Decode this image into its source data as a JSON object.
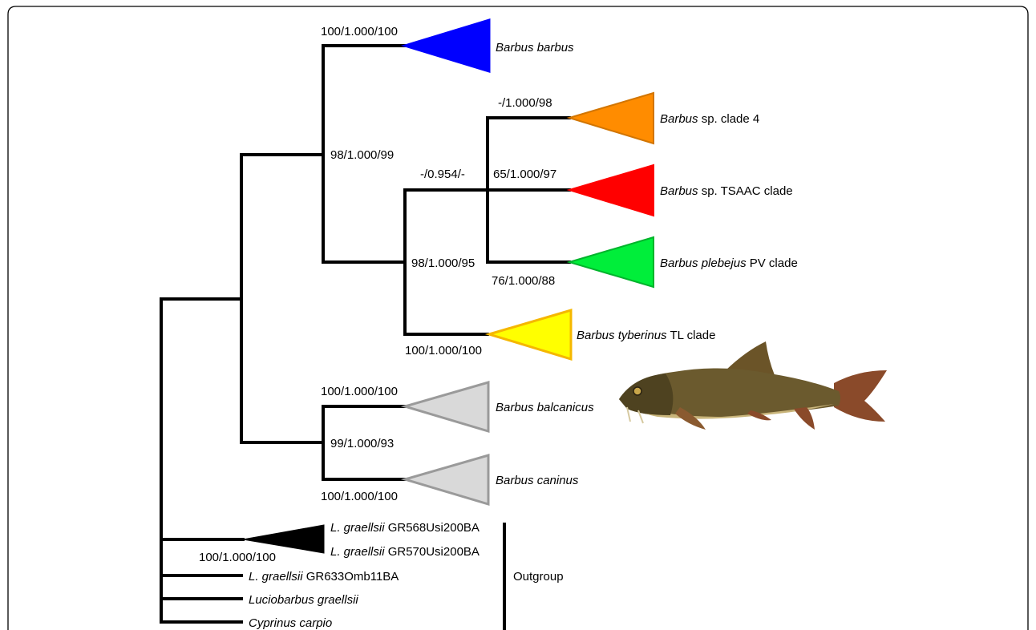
{
  "tree": {
    "clades": {
      "barbus_barbus": {
        "genus": "Barbus barbus",
        "rest": "",
        "color": "#0000ff",
        "stroke": "#0000ff"
      },
      "clade4": {
        "genus": "Barbus",
        "rest": " sp. clade 4",
        "color": "#ff8c00",
        "stroke": "#d27500"
      },
      "tsaac": {
        "genus": "Barbus",
        "rest": " sp. TSAAC clade",
        "color": "#ff0000",
        "stroke": "#ff0000"
      },
      "plebejus": {
        "genus": "Barbus plebejus",
        "rest": " PV clade",
        "color": "#00ee3a",
        "stroke": "#00b42c"
      },
      "tyberinus": {
        "genus": "Barbus tyberinus",
        "rest": " TL clade",
        "color": "#ffff00",
        "stroke": "#f5b700"
      },
      "balcanicus": {
        "genus": "Barbus balcanicus",
        "rest": "",
        "color": "#d9d9d9",
        "stroke": "#9a9a9a"
      },
      "caninus": {
        "genus": "Barbus caninus",
        "rest": "",
        "color": "#d9d9d9",
        "stroke": "#9a9a9a"
      },
      "graellsii_pair": {
        "color": "#000000",
        "stroke": "#000000"
      }
    },
    "leaves": {
      "l_gr568": {
        "genus": "L. graellsii",
        "rest": " GR568Usi200BA"
      },
      "l_gr570": {
        "genus": "L. graellsii",
        "rest": " GR570Usi200BA"
      },
      "l_gr633": {
        "genus": "L. graellsii",
        "rest": " GR633Omb11BA"
      },
      "luciobarbus": {
        "genus": "Luciobarbus graellsii",
        "rest": ""
      },
      "cyprinus": {
        "genus": "Cyprinus carpio",
        "rest": ""
      }
    },
    "support": {
      "barbus_barbus": "100/1.000/100",
      "barbus_main": "98/1.000/99",
      "clade4": "-/1.000/98",
      "inner_node": "-/0.954/-",
      "tsaac": "65/1.000/97",
      "italian_node": "98/1.000/95",
      "plebejus": "76/1.000/88",
      "tyberinus": "100/1.000/100",
      "balcanicus": "100/1.000/100",
      "balc_can_node": "99/1.000/93",
      "caninus": "100/1.000/100",
      "graellsii_pair": "100/1.000/100"
    },
    "outgroup_label": "Outgroup"
  },
  "photo": {
    "subject": "barbel-fish",
    "body_color": "#6b5a2e",
    "belly_color": "#c8b47a",
    "fin_color": "#8a4a2a"
  }
}
